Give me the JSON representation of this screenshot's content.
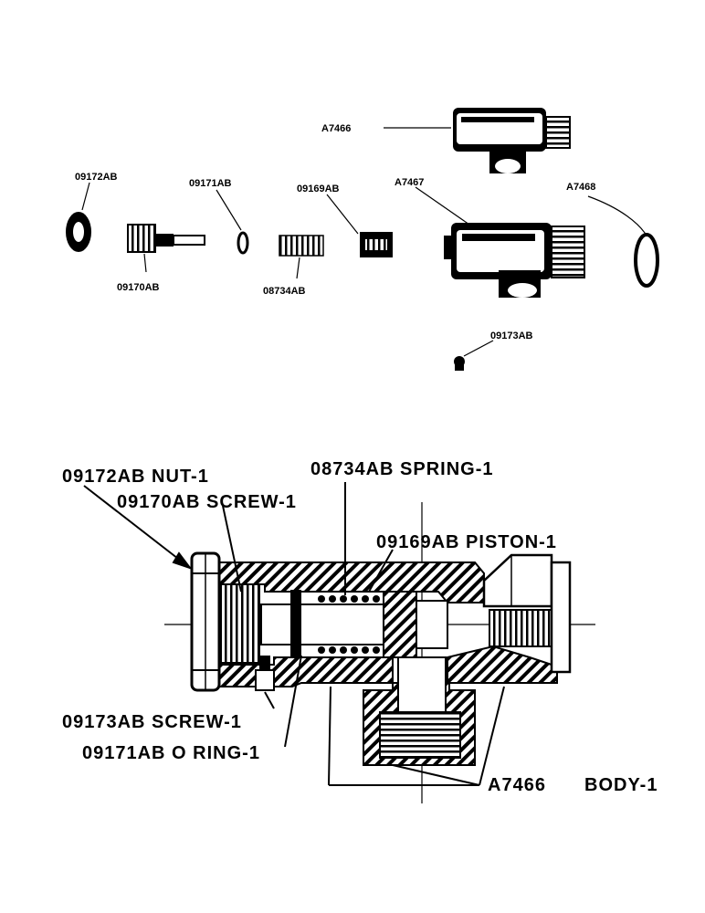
{
  "exploded_view": {
    "labels": {
      "a7466": "A7466",
      "n09172": "09172AB",
      "n09171": "09171AB",
      "n09169": "09169AB",
      "a7467": "A7467",
      "a7468": "A7468",
      "n09170": "09170AB",
      "n08734": "08734AB",
      "n09173": "09173AB"
    }
  },
  "section_view": {
    "callouts": {
      "nut": "09172AB NUT-1",
      "spring": "08734AB SPRING-1",
      "screw": "09170AB SCREW-1",
      "piston": "09169AB PISTON-1",
      "screw2": "09173AB SCREW-1",
      "oring": "09171AB O RING-1",
      "body_part": "A7466",
      "body_name": "BODY-1"
    }
  }
}
